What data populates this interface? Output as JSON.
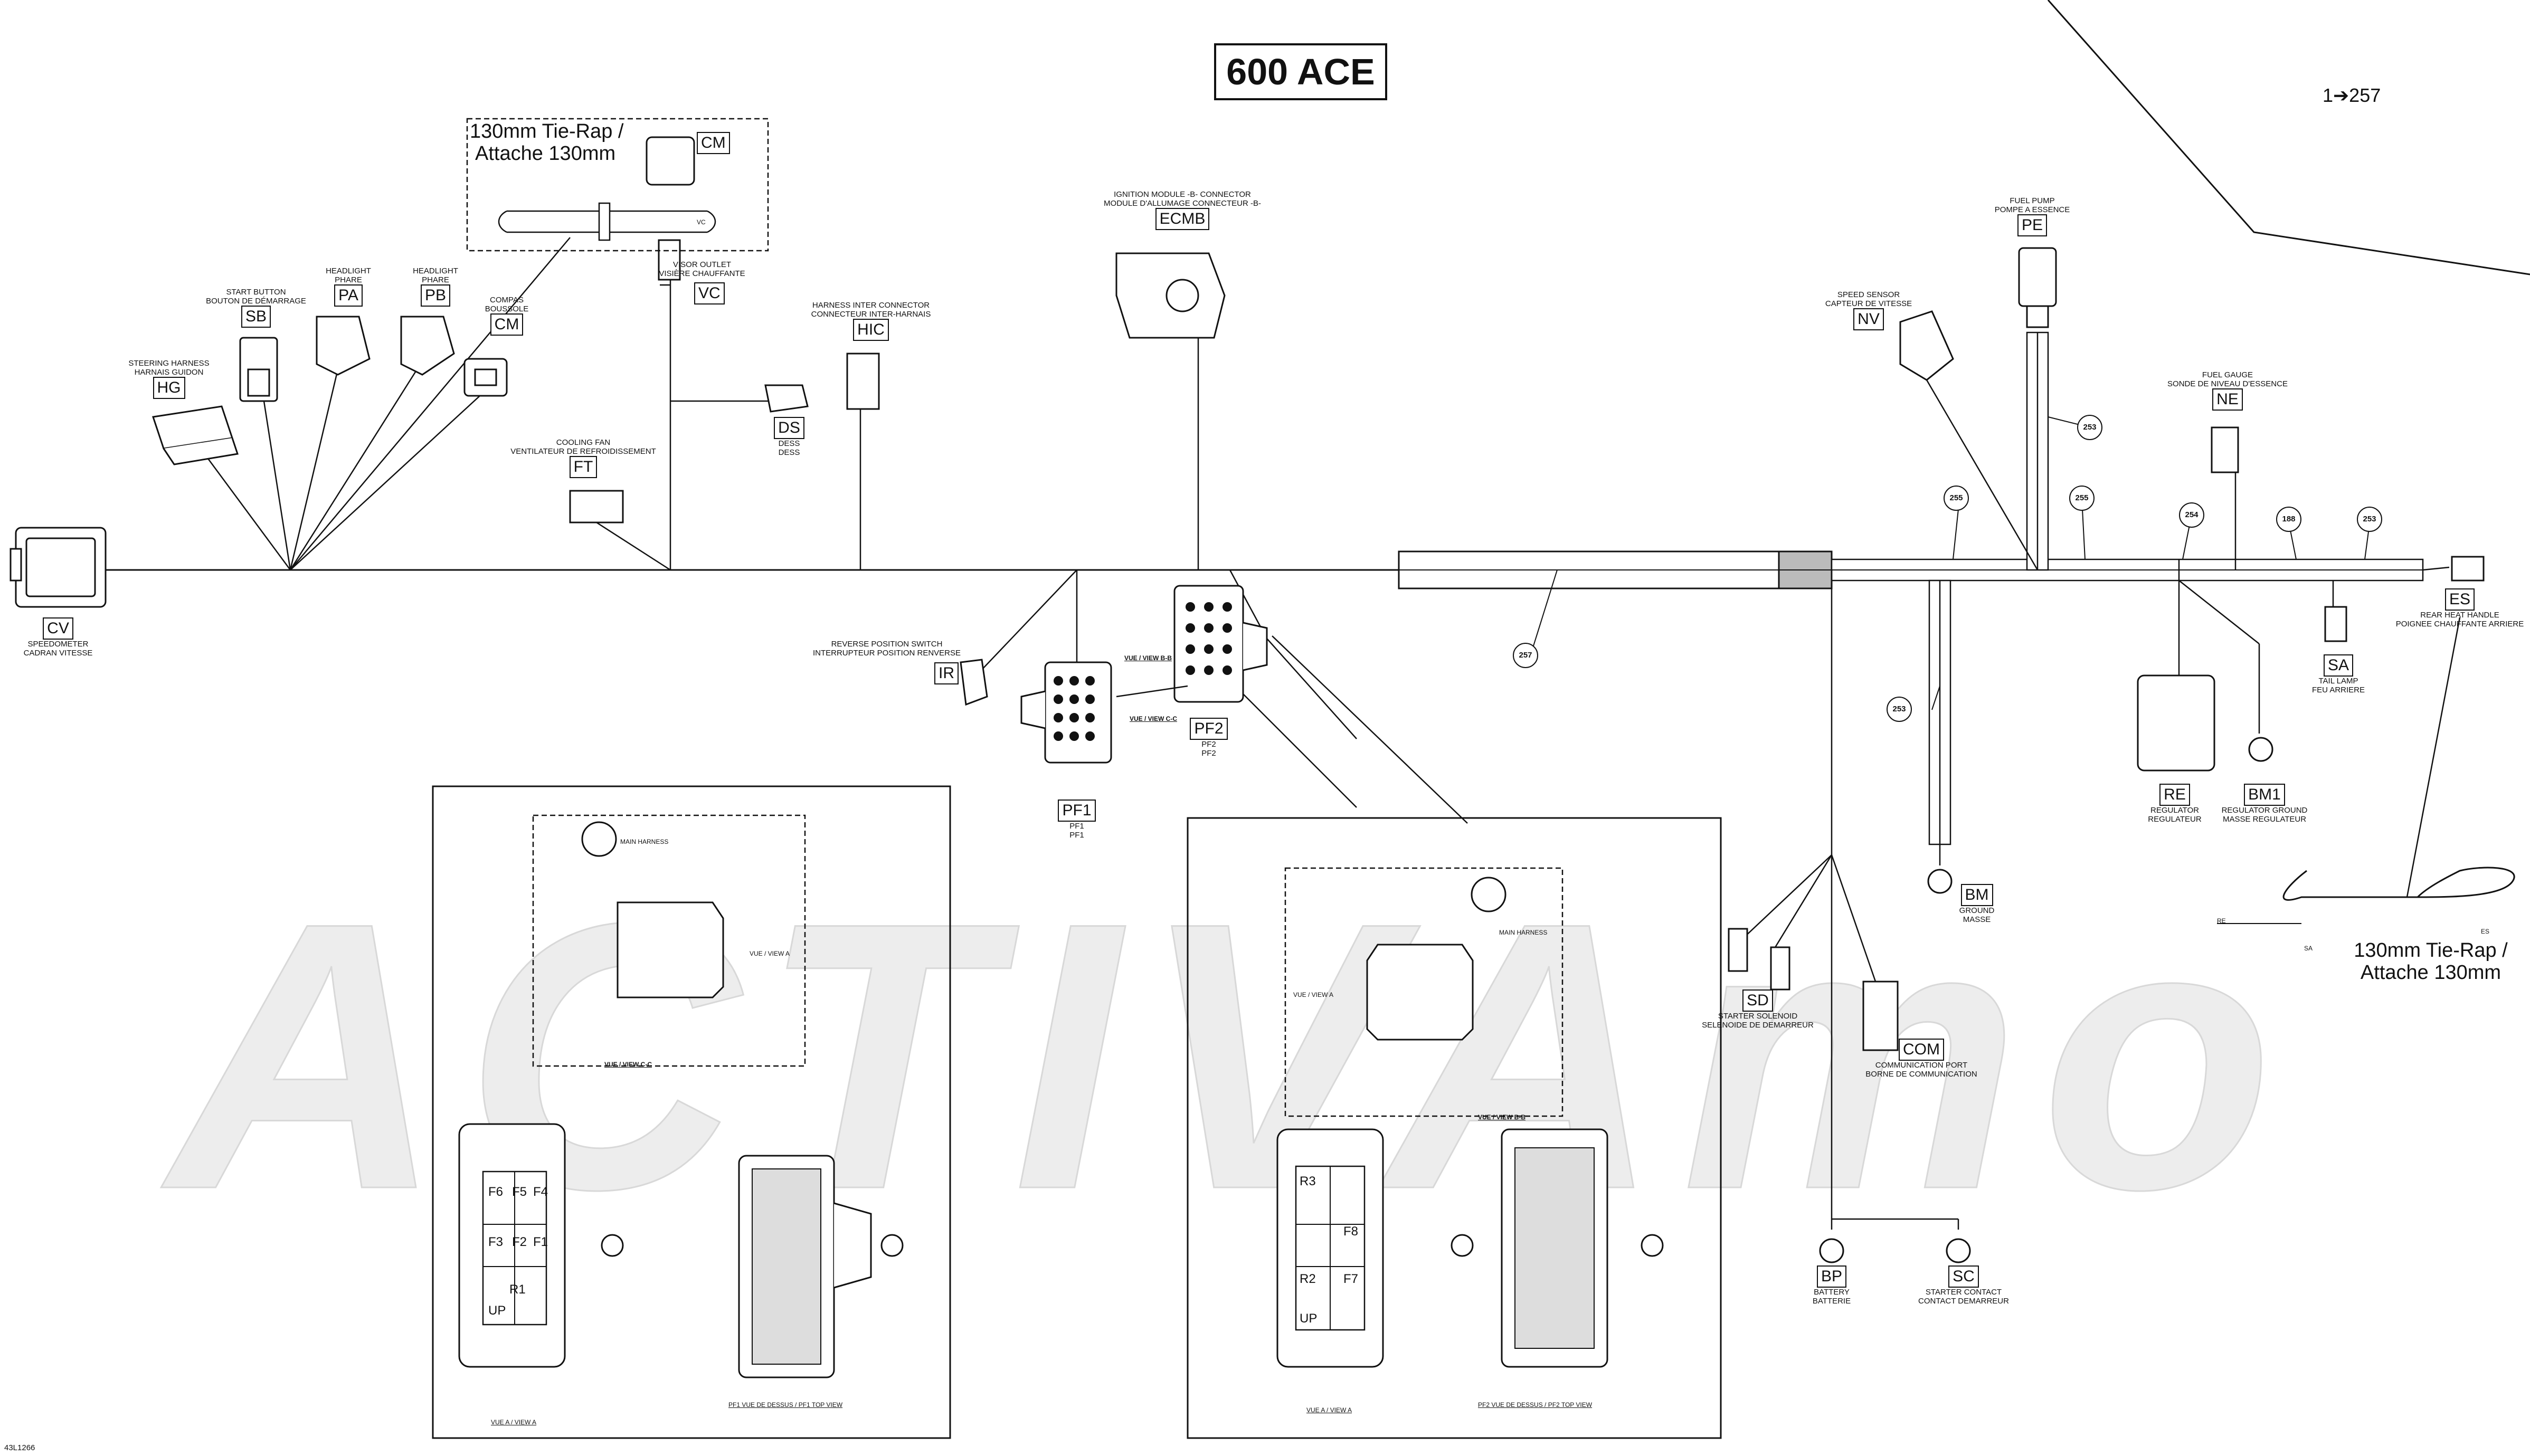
{
  "title": "600 ACE",
  "reference_arrow": "1➔257",
  "watermark": "ACTIVAmo",
  "drawing_number": "43L1266",
  "connectors": [
    {
      "code": "CV",
      "label_en": "SPEEDOMETER",
      "label_fr": "CADRAN VITESSE"
    },
    {
      "code": "HG",
      "label_en": "STEERING HARNESS",
      "label_fr": "HARNAIS GUIDON"
    },
    {
      "code": "SB",
      "label_en": "START BUTTON",
      "label_fr": "BOUTON DE DÉMARRAGE"
    },
    {
      "code": "PA",
      "label_en": "HEADLIGHT",
      "label_fr": "PHARE"
    },
    {
      "code": "PB",
      "label_en": "HEADLIGHT",
      "label_fr": "PHARE"
    },
    {
      "code": "CM",
      "label_en": "COMPAS",
      "label_fr": "BOUSSOLE"
    },
    {
      "code": "VC",
      "label_en": "VISOR OUTLET",
      "label_fr": "VISIÈRE CHAUFFANTE"
    },
    {
      "code": "FT",
      "label_en": "COOLING FAN",
      "label_fr": "VENTILATEUR DE REFROIDISSEMENT"
    },
    {
      "code": "DS",
      "label_en": "DESS",
      "label_fr": "DESS"
    },
    {
      "code": "HIC",
      "label_en": "HARNESS INTER CONNECTOR",
      "label_fr": "CONNECTEUR INTER-HARNAIS"
    },
    {
      "code": "ECMB",
      "label_en": "IGNITION MODULE -B- CONNECTOR",
      "label_fr": "MODULE D'ALLUMAGE CONNECTEUR -B-"
    },
    {
      "code": "IR",
      "label_en": "REVERSE POSITION SWITCH",
      "label_fr": "INTERRUPTEUR POSITION RENVERSE"
    },
    {
      "code": "PF1",
      "label_en": "PF1",
      "label_fr": "PF1"
    },
    {
      "code": "PF2",
      "label_en": "PF2",
      "label_fr": "PF2"
    },
    {
      "code": "PE",
      "label_en": "FUEL PUMP",
      "label_fr": "POMPE A ESSENCE"
    },
    {
      "code": "NV",
      "label_en": "SPEED SENSOR",
      "label_fr": "CAPTEUR DE VITESSE"
    },
    {
      "code": "NE",
      "label_en": "FUEL GAUGE",
      "label_fr": "SONDE DE NIVEAU D'ESSENCE"
    },
    {
      "code": "ES",
      "label_en": "REAR HEAT HANDLE",
      "label_fr": "POIGNEE CHAUFFANTE ARRIERE"
    },
    {
      "code": "SA",
      "label_en": "TAIL LAMP",
      "label_fr": "FEU ARRIERE"
    },
    {
      "code": "RE",
      "label_en": "REGULATOR",
      "label_fr": "REGULATEUR"
    },
    {
      "code": "BM1",
      "label_en": "REGULATOR GROUND",
      "label_fr": "MASSE REGULATEUR"
    },
    {
      "code": "BM",
      "label_en": "GROUND",
      "label_fr": "MASSE"
    },
    {
      "code": "SD",
      "label_en": "STARTER SOLENOID",
      "label_fr": "SELENOIDE DE DEMARREUR"
    },
    {
      "code": "COM",
      "label_en": "COMMUNICATION PORT",
      "label_fr": "BORNE DE COMMUNICATION"
    },
    {
      "code": "BP",
      "label_en": "BATTERY",
      "label_fr": "BATTERIE"
    },
    {
      "code": "SC",
      "label_en": "STARTER CONTACT",
      "label_fr": "CONTACT DEMARREUR"
    }
  ],
  "tie_rap": {
    "line1": "130mm Tie-Rap /",
    "line2": "Attache 130mm"
  },
  "callouts": [
    "257",
    "253",
    "253",
    "255",
    "255",
    "254",
    "188",
    "253"
  ],
  "view_labels": {
    "view_b": "VUE / VIEW B-B",
    "view_c": "VUE / VIEW C-C",
    "view_a": "VUE / VIEW A",
    "main_harness": "MAIN HARNESS",
    "vue_a_view_a": "VUE A / VIEW A",
    "pf1_top": "PF1 VUE DE DESSUS / PF1 TOP VIEW",
    "pf2_top": "PF2 VUE DE DESSUS / PF2 TOP VIEW",
    "vc_mark": "VC",
    "re_mark": "RE",
    "sa_mark": "SA",
    "es_mark": "ES"
  },
  "fuse_pf1": [
    "F6",
    "F5",
    "F4",
    "F3",
    "F2",
    "F1",
    "R1",
    "UP"
  ],
  "fuse_pf2": [
    "R3",
    "F8",
    "R2",
    "F7",
    "UP"
  ]
}
